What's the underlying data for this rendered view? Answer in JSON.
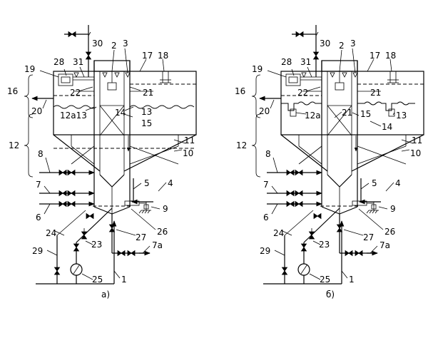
{
  "panels": [
    {
      "caption": "а)",
      "labels": {
        "l30": "30",
        "l2": "2",
        "l3": "3",
        "l17": "17",
        "l18": "18",
        "l28": "28",
        "l31": "31",
        "l19": "19",
        "l22": "22",
        "l21": "21",
        "l16": "16",
        "l20": "20",
        "l12a13": "12а13",
        "l14": "14",
        "l13": "13",
        "l15": "15",
        "l12": "12",
        "l11": "11",
        "l10": "10",
        "l8": "8",
        "l5": "5",
        "l4": "4",
        "l7": "7",
        "l9": "9",
        "l6": "6",
        "l24": "24",
        "l23": "23",
        "l27": "27",
        "l26": "26",
        "l29": "29",
        "l7a": "7а",
        "l25": "25",
        "l1": "1"
      }
    },
    {
      "caption": "б)",
      "labels": {
        "l30": "30",
        "l2": "2",
        "l3": "3",
        "l17": "17",
        "l18": "18",
        "l28": "28",
        "l31": "31",
        "l19": "19",
        "l22": "22",
        "l21a": "21",
        "l16": "16",
        "l20": "20",
        "l12a": "12а",
        "l21b": "21",
        "l15": "15",
        "l13": "13",
        "l14": "14",
        "l12": "12",
        "l11": "11",
        "l10": "10",
        "l8": "8",
        "l5": "5",
        "l4": "4",
        "l7": "7",
        "l9": "9",
        "l6": "6",
        "l24": "24",
        "l23": "23",
        "l27": "27",
        "l26": "26",
        "l29": "29",
        "l7a": "7а",
        "l25": "25",
        "l1": "1"
      }
    }
  ]
}
